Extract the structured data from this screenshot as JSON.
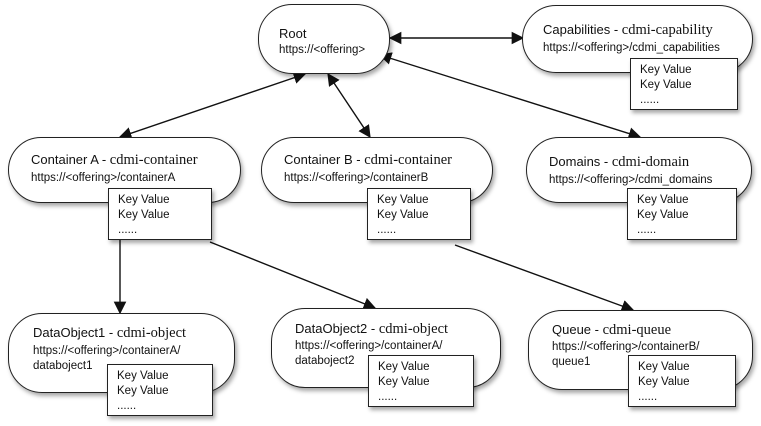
{
  "nodes": {
    "root": {
      "title": "Root",
      "url": "https://<offering>"
    },
    "capabilities": {
      "title": "Capabilities - ",
      "kind": "cdmi-capability",
      "url": "https://<offering>/cdmi_capabilities"
    },
    "container_a": {
      "title": "Container A - ",
      "kind": "cdmi-container",
      "url": "https://<offering>/containerA"
    },
    "container_b": {
      "title": "Container B - ",
      "kind": "cdmi-container",
      "url": "https://<offering>/containerB"
    },
    "domains": {
      "title": "Domains - ",
      "kind": "cdmi-domain",
      "url": "https://<offering>/cdmi_domains"
    },
    "dataobject1": {
      "title": "DataObject1 - ",
      "kind": "cdmi-object",
      "url": "https://<offering>/containerA/",
      "url2": "databoject1"
    },
    "dataobject2": {
      "title": "DataObject2 - ",
      "kind": "cdmi-object",
      "url": "https://<offering>/containerA/",
      "url2": "databoject2"
    },
    "queue": {
      "title": "Queue - ",
      "kind": "cdmi-queue",
      "url": "https://<offering>/containerB/",
      "url2": "queue1"
    }
  },
  "metadata_box": {
    "line1": "Key Value",
    "line2": "Key Value",
    "line3": "......"
  }
}
